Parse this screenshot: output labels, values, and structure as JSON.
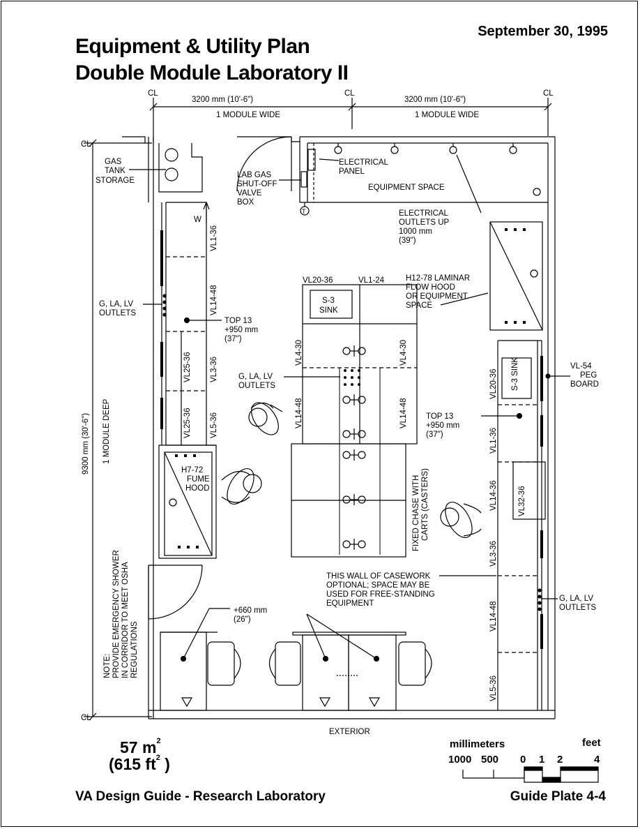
{
  "header": {
    "date": "September 30, 1995",
    "title_line1": "Equipment & Utility Plan",
    "title_line2": "Double Module Laboratory II"
  },
  "dimensions": {
    "width_left": "3200 mm  (10'-6\")",
    "width_right": "3200 mm  (10'-6\")",
    "module_wide_left": "1 MODULE WIDE",
    "module_wide_right": "1 MODULE WIDE",
    "depth": "9300 mm  (30'-6\")",
    "module_deep": "1 MODULE DEEP",
    "centerline_symbol": "CL"
  },
  "labels": {
    "gas_tank": [
      "GAS",
      "TANK",
      "STORAGE"
    ],
    "lab_gas": [
      "LAB GAS",
      "SHUT-OFF",
      "VALVE",
      "BOX"
    ],
    "electrical_panel": [
      "ELECTRICAL",
      "PANEL"
    ],
    "equipment_space": "EQUIPMENT SPACE",
    "electrical_outlets": [
      "ELECTRICAL",
      "OUTLETS  UP",
      "1000  mm",
      "(39\")"
    ],
    "laminar_hood": [
      "H12-78  LAMINAR",
      "FLOW  HOOD",
      "OR  EQUIPMENT",
      "SPACE"
    ],
    "outlets_left": [
      "G, LA, LV",
      "OUTLETS"
    ],
    "outlets_center": [
      "G, LA, LV",
      "OUTLETS"
    ],
    "outlets_right": [
      "G, LA, LV",
      "OUTLETS"
    ],
    "top13_left": [
      "TOP 13",
      "+950  mm",
      "(37\")"
    ],
    "top13_right": [
      "TOP 13",
      "+950  mm",
      "(37\")"
    ],
    "peg_board": [
      "VL-54",
      "PEG",
      "BOARD"
    ],
    "sink_center": [
      "S-3",
      "SINK"
    ],
    "sink_right": "S-3 SINK",
    "fume_hood": [
      "H7-72",
      "FUME",
      "HOOD"
    ],
    "fixed_chase": [
      "FIXED  CHASE  WITH",
      "CARTS  (CASTERS)"
    ],
    "casework_note": [
      "THIS  WALL  OF  CASEWORK",
      "OPTIONAL;  SPACE  MAY  BE",
      "USED  FOR  FREE-STANDING",
      "EQUIPMENT"
    ],
    "desk_height": [
      "+660  mm",
      "(26\")"
    ],
    "note": [
      "NOTE:",
      "PROVIDE  EMERGENCY  SHOWER",
      "IN  CORRIDOR  TO  MEET  OSHA",
      "REGULATIONS"
    ],
    "exterior": "EXTERIOR",
    "w": "W",
    "t": "T",
    "vl_left": [
      "VL1-36",
      "VL14-48",
      "VL3-36",
      "VL25-36",
      "VL5-36",
      "VL25-36"
    ],
    "vl_center_top": [
      "VL20-36",
      "VL1-24"
    ],
    "vl_center": [
      "VL4-30",
      "VL4-30",
      "VL14-48",
      "VL14-48"
    ],
    "vl_right": [
      "VL20-36",
      "VL1-36",
      "VL14-36",
      "VL32-36",
      "VL3-36",
      "VL14-48",
      "VL5-36"
    ]
  },
  "area": {
    "metric_value": "57 m",
    "metric_sup": "2",
    "imperial_value": "(615 ft",
    "imperial_sup": "2",
    "imperial_close": " )"
  },
  "scale": {
    "mm_label": "millimeters",
    "ft_label": "feet",
    "ticks": [
      "1000",
      "500",
      "0",
      "1",
      "2",
      "4"
    ]
  },
  "footer": {
    "left": "VA Design Guide - Research Laboratory",
    "right": "Guide Plate 4-4"
  }
}
